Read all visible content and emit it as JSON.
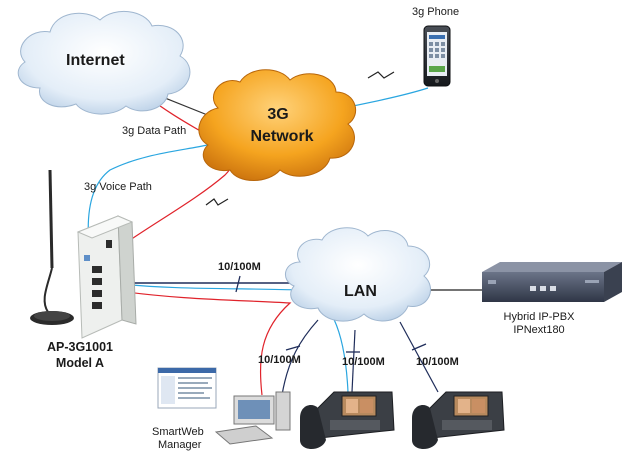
{
  "nodes": {
    "internet": "Internet",
    "network_3g_line1": "3G",
    "network_3g_line2": "Network",
    "lan": "LAN",
    "phone_3g": "3g Phone",
    "gateway_line1": "AP-3G1001",
    "gateway_line2": "Model A",
    "pbx_line1": "Hybrid IP-PBX",
    "pbx_line2": "IPNext180",
    "manager_line1": "SmartWeb",
    "manager_line2": "Manager"
  },
  "links": {
    "data_path": "3g Data Path",
    "voice_path": "3g Voice Path",
    "speed_gateway_lan": "10/100M",
    "speed_manager": "10/100M",
    "speed_phone1": "10/100M",
    "speed_phone2": "10/100M"
  },
  "colors": {
    "cloud_blue": "#dbe8f5",
    "cloud_orange": "#f39a1c",
    "data_path": "#e0232b",
    "voice_path": "#2aa6e0",
    "ethernet": "#1f2d5a"
  }
}
